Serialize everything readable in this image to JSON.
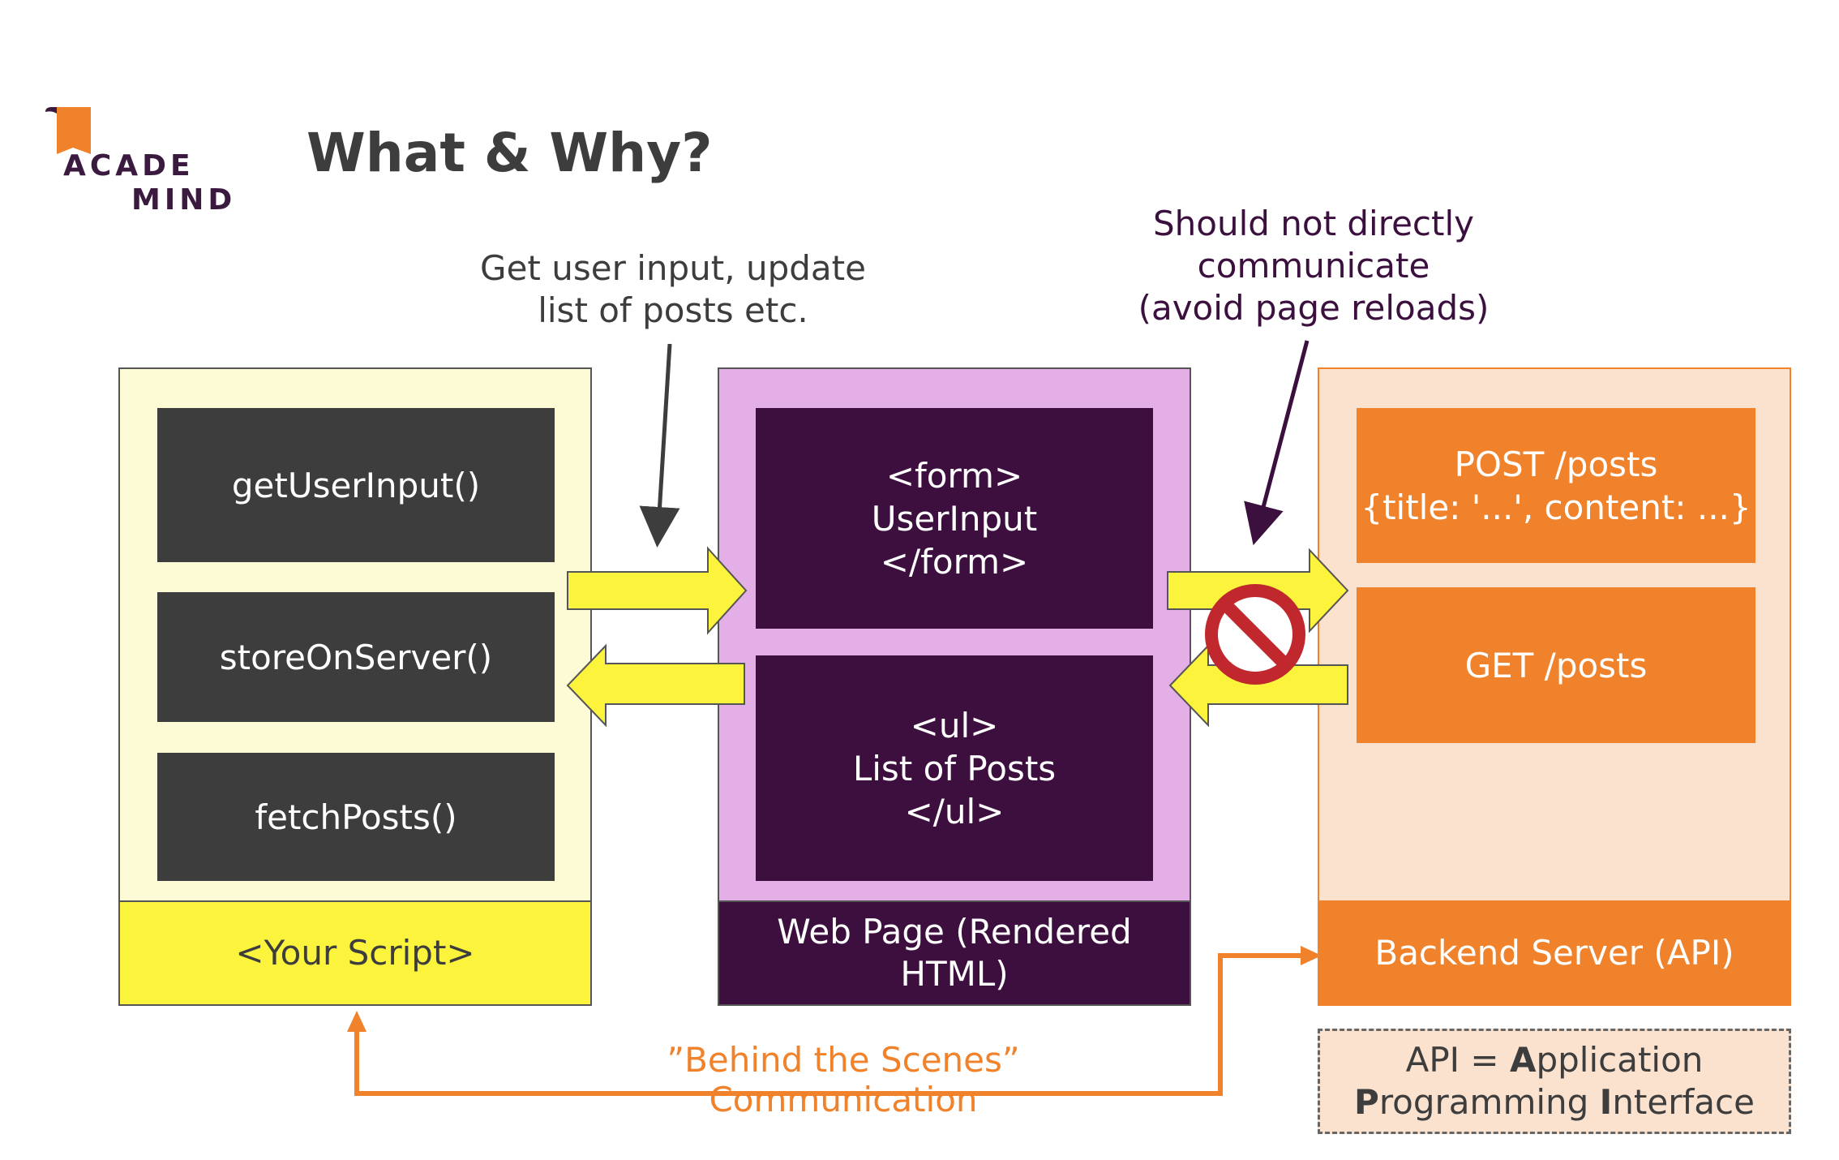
{
  "logo": {
    "line1": "ACADE",
    "line2": "MIND"
  },
  "title": "What & Why?",
  "notes": {
    "user_input": [
      "Get user input, update",
      "list of posts etc."
    ],
    "no_direct": [
      "Should not directly",
      "communicate",
      "(avoid page reloads)"
    ]
  },
  "script_panel": {
    "functions": [
      "getUserInput()",
      "storeOnServer()",
      "fetchPosts()"
    ],
    "footer": "<Your Script>"
  },
  "web_panel": {
    "form_block": "<form>\nUserInput\n</form>",
    "list_block": "<ul>\nList of Posts\n</ul>",
    "footer": "Web Page (Rendered\nHTML)"
  },
  "api_panel": {
    "post_block": "POST /posts\n{title: '...', content: ...}",
    "get_block": "GET /posts",
    "footer": "Backend Server (API)"
  },
  "api_definition": {
    "line1_a": "API = ",
    "line1_b": "A",
    "line1_c": "pplication",
    "line2_a": "P",
    "line2_b": "rogramming ",
    "line2_c": "I",
    "line2_d": "nterface"
  },
  "communication_label": "”Behind the Scenes” Communication",
  "colors": {
    "script_bg": "#fdfbd6",
    "script_footer": "#fbf33c",
    "web_bg": "#e4aee7",
    "plum": "#3d0f3f",
    "api_bg": "#fbe2cf",
    "orange": "#f0822c",
    "dark_box": "#3d3d3d",
    "arrow_yellow": "#fbf33c",
    "forbidden_red": "#c0282e"
  }
}
